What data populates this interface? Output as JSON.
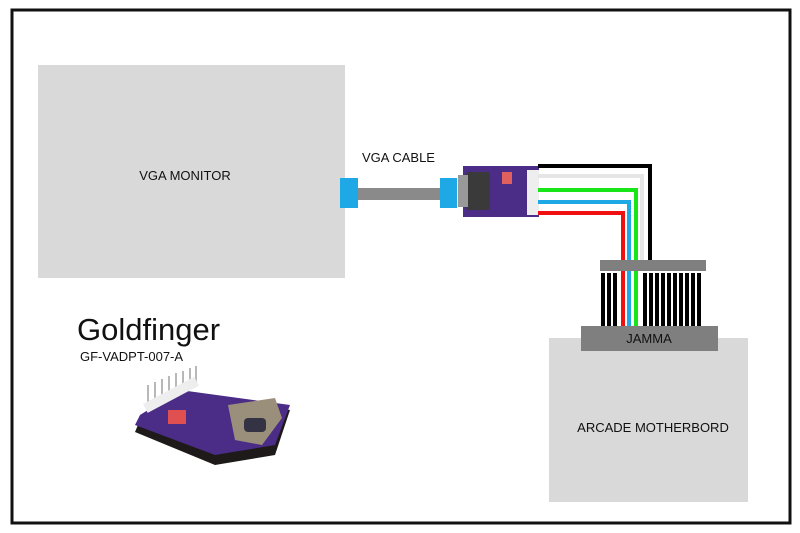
{
  "diagram": {
    "monitor_label": "VGA MONITOR",
    "cable_label": "VGA CABLE",
    "jamma_label": "JAMMA",
    "arcade_label": "ARCADE MOTHERBORD",
    "product_name": "Goldfinger",
    "product_code": "GF-VADPT-007-A"
  },
  "colors": {
    "box_gray": "#d9d9d9",
    "connector_blue": "#1ea8e6",
    "cable_gray": "#8a8a8a",
    "pcb_purple": "#4b2c86",
    "wire_black": "#000000",
    "wire_white": "#e6e6e6",
    "wire_green": "#19e619",
    "wire_blue": "#1ea8e6",
    "wire_red": "#f01010"
  }
}
